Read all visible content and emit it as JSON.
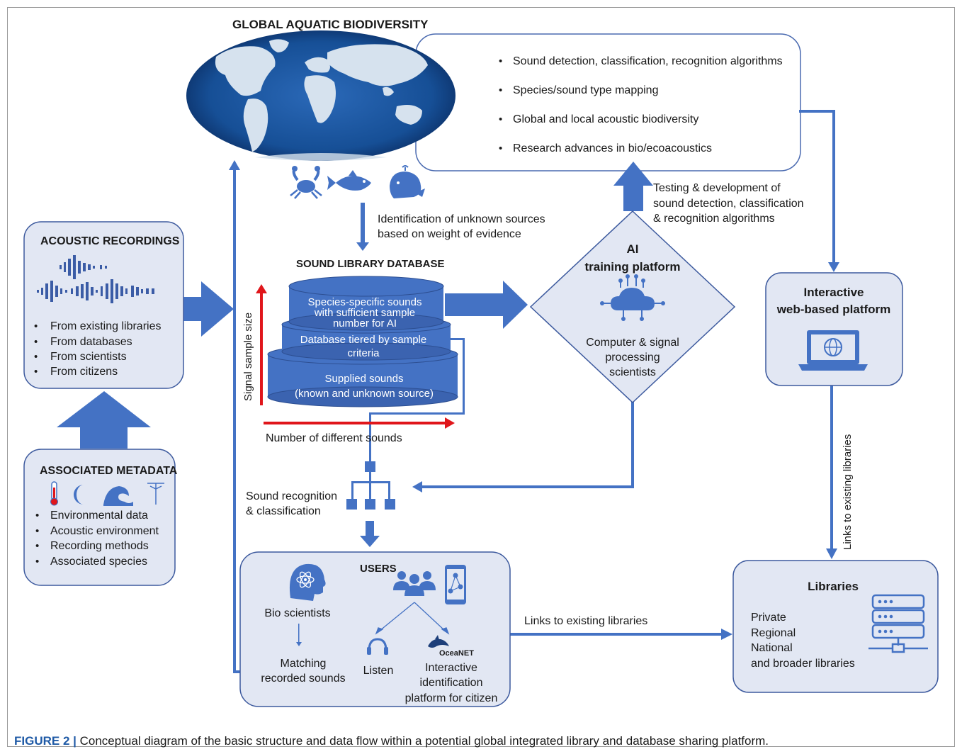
{
  "colors": {
    "blue": "#4472c4",
    "panel": "#e2e7f3",
    "panel_border": "#3d5a9e",
    "red": "#e0161b",
    "text": "#1a1a1a"
  },
  "top": {
    "title": "GLOBAL  AQUATIC BIODIVERSITY",
    "bullets": [
      "Sound detection, classification, recognition algorithms",
      "Species/sound type mapping",
      "Global and local acoustic biodiversity",
      "Research advances in bio/ecoacoustics"
    ],
    "icons": [
      "crab-icon",
      "fish-icon",
      "whale-icon"
    ]
  },
  "identification": {
    "line1": "Identification of unknown sources",
    "line2": "based on weight of evidence"
  },
  "testing": {
    "line1": "Testing & development of",
    "line2": "sound detection, classification",
    "line3": "& recognition algorithms"
  },
  "acoustic": {
    "title": "ACOUSTIC RECORDINGS",
    "items": [
      "From existing libraries",
      "From databases",
      "From scientists",
      "From citizens"
    ]
  },
  "metadata": {
    "title": "ASSOCIATED METADATA",
    "icons": [
      "thermometer-icon",
      "moon-icon",
      "wave-icon",
      "hydrophone-icon"
    ],
    "items": [
      "Environmental data",
      "Acoustic environment",
      "Recording methods",
      "Associated species"
    ]
  },
  "database": {
    "title": "SOUND LIBRARY DATABASE",
    "tier1": [
      "Species-specific sounds",
      "with sufficient sample",
      "number for AI"
    ],
    "tier2": [
      "Database tiered by sample",
      "criteria"
    ],
    "tier3": [
      "Supplied sounds",
      "(known and unknown source)"
    ],
    "y_axis": "Signal sample size",
    "x_axis": "Number of different sounds"
  },
  "ai": {
    "title1": "AI",
    "title2": "training platform",
    "sub": [
      "Computer & signal",
      "processing",
      "scientists"
    ]
  },
  "web": {
    "title1": "Interactive",
    "title2": "web-based platform"
  },
  "links_vertical": "Links to existing libraries",
  "links_horizontal": "Links to existing libraries",
  "recognition": {
    "line1": "Sound recognition",
    "line2": "& classification"
  },
  "users": {
    "title": "USERS",
    "bio": "Bio scientists",
    "matching": [
      "Matching",
      "recorded sounds"
    ],
    "listen": "Listen",
    "oceanet_logo": "OceaNET",
    "platform": [
      "Interactive",
      "identification",
      "platform for citizen"
    ]
  },
  "libraries": {
    "title": "Libraries",
    "items": [
      "Private",
      "Regional",
      "National",
      "and broader libraries"
    ]
  },
  "caption": {
    "label": "FIGURE 2 |",
    "text": " Conceptual diagram of the basic structure and data flow within a potential global integrated library and database sharing platform."
  }
}
